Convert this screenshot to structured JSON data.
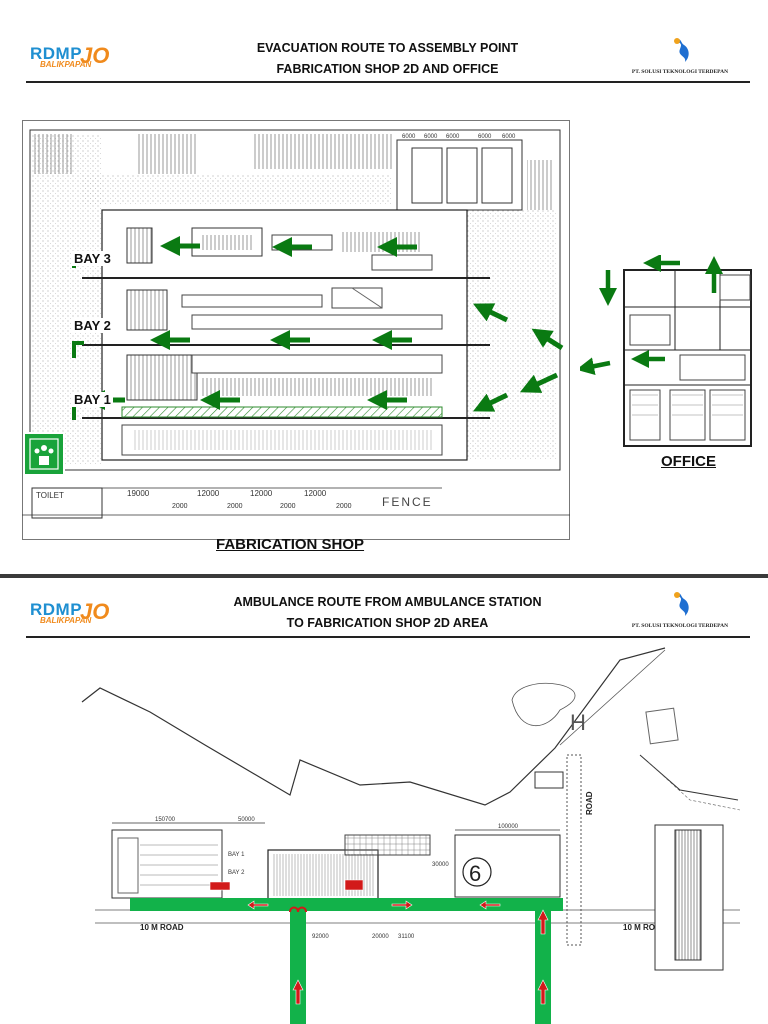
{
  "evacuation_slide": {
    "logo": {
      "main": "RDMP",
      "sub": "BALIKPAPAN",
      "mark": "JO"
    },
    "title_line1": "EVACUATION ROUTE TO ASSEMBLY POINT",
    "title_line2": "FABRICATION SHOP 2D AND OFFICE",
    "company": "PT. SOLUSI TEKNOLOGI TERDEPAN",
    "bays": [
      "BAY 3",
      "BAY 2",
      "BAY 1"
    ],
    "office_label": "OFFICE",
    "shop_label": "FABRICATION SHOP",
    "toilet_label": "TOILET",
    "fence_label": "FENCE",
    "dimensions": [
      "19000",
      "12000",
      "12000",
      "12000",
      "2000",
      "2000",
      "2000",
      "2000"
    ],
    "top_dimensions": [
      "6000",
      "6000",
      "6000",
      "6000",
      "6000"
    ],
    "route_color": "#0a7a12",
    "assembly_point_color": "#19a33a"
  },
  "ambulance_slide": {
    "logo": {
      "main": "RDMP",
      "sub": "BALIKPAPAN",
      "mark": "JO"
    },
    "title_line1": "AMBULANCE ROUTE FROM AMBULANCE STATION",
    "title_line2": "TO FABRICATION SHOP 2D AREA",
    "company": "PT. SOLUSI TEKNOLOGI TERDEPAN",
    "road_labels": [
      "10 M ROAD",
      "10 M ROAD"
    ],
    "vertical_road_label": "ROAD",
    "helipad_label": "H",
    "area_number": "6",
    "bay_labels": [
      "BAY 1",
      "BAY 2"
    ],
    "dimensions": [
      "150700",
      "50000",
      "100000",
      "30000",
      "92000",
      "20000",
      "31100"
    ],
    "route_color": "#12b24a",
    "arrow_color": "#d21a1a"
  }
}
